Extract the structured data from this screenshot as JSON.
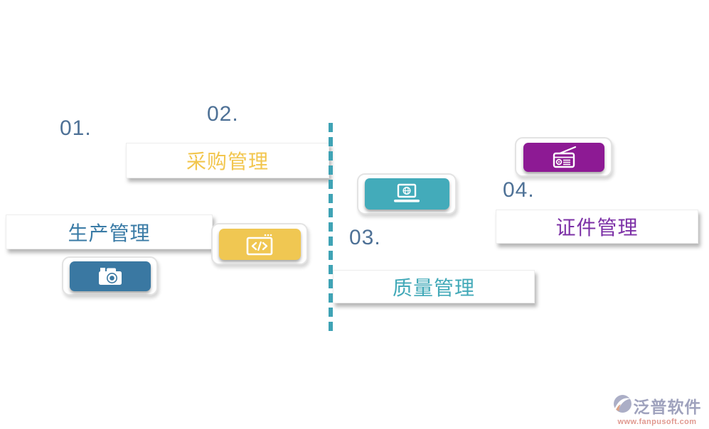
{
  "canvas": {
    "background": "#ffffff"
  },
  "items": [
    {
      "number": "01.",
      "label": "生产管理",
      "label_color": "#3a7ba6",
      "icon": "camera-icon",
      "icon_bg": "#3a78a2"
    },
    {
      "number": "02.",
      "label": "采购管理",
      "label_color": "#f2c64e",
      "icon": "code-window-icon",
      "icon_bg": "#f0c752"
    },
    {
      "number": "03.",
      "label": "质量管理",
      "label_color": "#42a9b8",
      "icon": "laptop-globe-icon",
      "icon_bg": "#43abba"
    },
    {
      "number": "04.",
      "label": "证件管理",
      "label_color": "#7c30a6",
      "icon": "radio-icon",
      "icon_bg": "#8d1a94"
    }
  ],
  "number_color": "#4e7196",
  "divider": {
    "orientation": "vertical",
    "style": "dashed",
    "color": "#3fa3b5"
  },
  "watermark": {
    "brand": "泛普软件",
    "url": "www.fanpusoft.com",
    "brand_color": "#9599b6",
    "url_color": "#dd8e84"
  }
}
